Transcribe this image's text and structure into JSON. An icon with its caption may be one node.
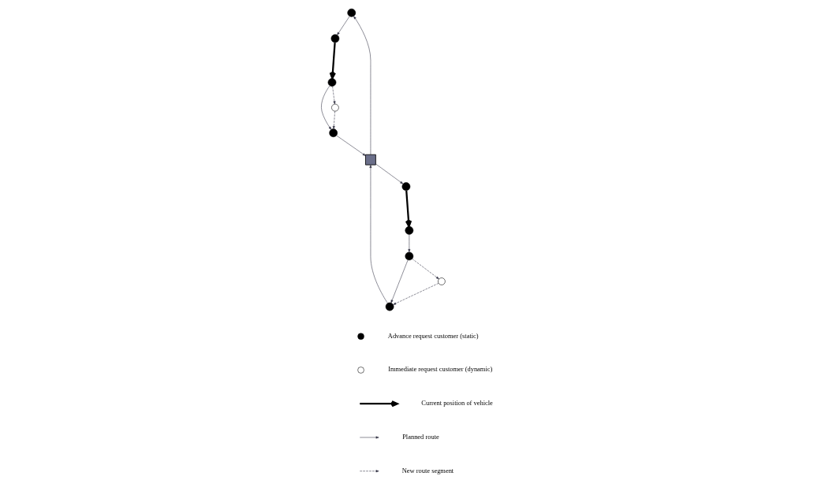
{
  "diagram": {
    "nodes": [
      {
        "text": [],
        "shape": "circle"
      },
      {
        "text": [],
        "shape": "circle"
      },
      {
        "text": [],
        "shape": "circle"
      },
      {
        "text": [],
        "shape": "circle"
      },
      {
        "text": [],
        "shape": "circle"
      },
      {
        "text": [],
        "shape": "box"
      },
      {
        "text": [],
        "shape": "circle"
      },
      {
        "text": [],
        "shape": "circle"
      },
      {
        "text": [],
        "shape": "circle"
      },
      {
        "text": [],
        "shape": "circle"
      },
      {
        "text": [],
        "shape": "circle"
      }
    ],
    "edges": [
      {
        "from": 5,
        "to": 0,
        "arrow": "to"
      },
      {
        "from": 0,
        "to": 3,
        "arrow": "to"
      },
      {
        "from": 3,
        "to": 9,
        "arrow": "to",
        "style": "thick"
      },
      {
        "from": 9,
        "to": 10,
        "arrow": "to"
      },
      {
        "from": 9,
        "to": 4,
        "arrow": "to",
        "style": "dashed"
      },
      {
        "from": 4,
        "to": 10,
        "arrow": "to",
        "style": "dashed"
      },
      {
        "from": 10,
        "to": 5,
        "arrow": "to"
      },
      {
        "from": 5,
        "to": 1,
        "arrow": "to"
      },
      {
        "from": 1,
        "to": 2,
        "arrow": "to",
        "style": "thick"
      },
      {
        "from": 2,
        "to": 6,
        "arrow": "to"
      },
      {
        "from": 6,
        "to": 7,
        "arrow": "to"
      },
      {
        "from": 6,
        "to": 8,
        "arrow": "to",
        "style": "dashed"
      },
      {
        "from": 8,
        "to": 7,
        "arrow": "to",
        "style": "dashed"
      },
      {
        "from": 7,
        "to": 5,
        "arrow": "to"
      }
    ],
    "legend": [
      {
        "text": "Advance request customer (static)"
      },
      {
        "text": "Immediate request customer (dynamic)"
      },
      {
        "text": "Current position of vehicle"
      },
      {
        "text": "Planned route"
      },
      {
        "text": "New route segment"
      }
    ]
  }
}
